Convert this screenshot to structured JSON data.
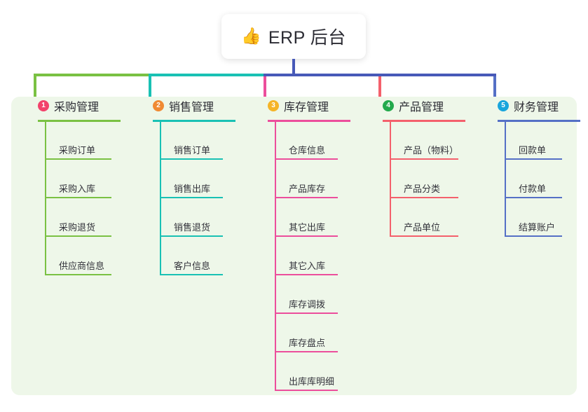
{
  "root": {
    "icon": "thumbs-up-icon",
    "emoji": "👍",
    "title": "ERP 后台"
  },
  "theme": {
    "page_background": "#ffffff",
    "panel_background": "#eef7e9",
    "root_trunk_color": "#4759b8",
    "text_color": "#2b2b33"
  },
  "columns": [
    {
      "number": "1",
      "title": "采购管理",
      "badge_color": "#f2426b",
      "line_color": "#7ac143",
      "items": [
        {
          "label": "采购订单"
        },
        {
          "label": "采购入库"
        },
        {
          "label": "采购退货"
        },
        {
          "label": "供应商信息"
        }
      ]
    },
    {
      "number": "2",
      "title": "销售管理",
      "badge_color": "#f08a33",
      "line_color": "#19c1b4",
      "items": [
        {
          "label": "销售订单"
        },
        {
          "label": "销售出库"
        },
        {
          "label": "销售退货"
        },
        {
          "label": "客户信息"
        }
      ]
    },
    {
      "number": "3",
      "title": "库存管理",
      "badge_color": "#f5b427",
      "line_color": "#ec4e9c",
      "items": [
        {
          "label": "仓库信息"
        },
        {
          "label": "产品库存"
        },
        {
          "label": "其它出库"
        },
        {
          "label": "其它入库"
        },
        {
          "label": "库存调拨"
        },
        {
          "label": "库存盘点"
        },
        {
          "label": "出库库明细"
        }
      ]
    },
    {
      "number": "4",
      "title": "产品管理",
      "badge_color": "#23a94c",
      "line_color": "#f4606c",
      "items": [
        {
          "label": "产品（物料）"
        },
        {
          "label": "产品分类"
        },
        {
          "label": "产品单位"
        }
      ]
    },
    {
      "number": "5",
      "title": "财务管理",
      "badge_color": "#18a5dc",
      "line_color": "#5570c6",
      "items": [
        {
          "label": "回款单"
        },
        {
          "label": "付款单"
        },
        {
          "label": "结算账户"
        }
      ]
    }
  ]
}
